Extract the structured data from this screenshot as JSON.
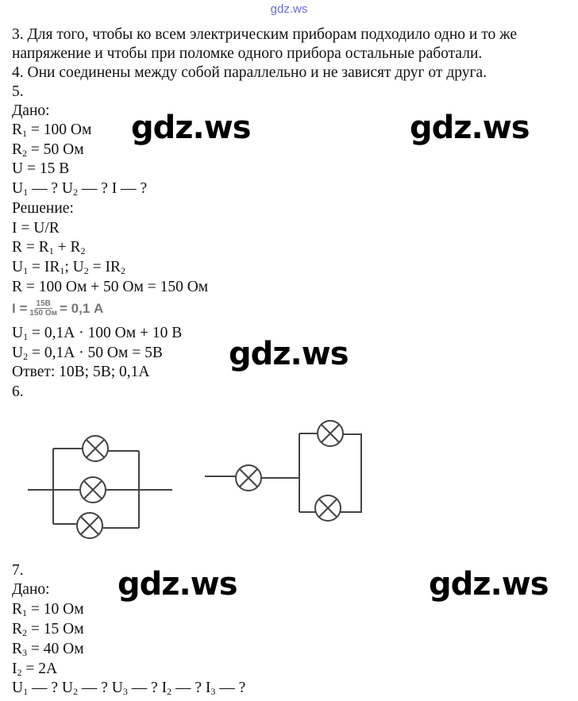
{
  "header": {
    "site": "gdz.ws"
  },
  "watermark": "gdz.ws",
  "lines": [
    [
      {
        "t": "3. Для того, чтобы ко всем электрическим приборам подходило одно и то же"
      }
    ],
    [
      {
        "t": "напряжение и чтобы при поломке одного прибора остальные работали."
      }
    ],
    [
      {
        "t": "4. Они соединены между собой параллельно и не зависят друг от друга."
      }
    ],
    [
      {
        "t": "5."
      }
    ],
    [
      {
        "t": "Дано:"
      }
    ],
    [
      {
        "t": "R"
      },
      {
        "s": "1"
      },
      {
        "t": " = 100 Ом"
      }
    ],
    [
      {
        "t": "R"
      },
      {
        "s": "2"
      },
      {
        "t": " = 50 Ом"
      }
    ],
    [
      {
        "t": "U = 15 В"
      }
    ],
    [
      {
        "t": "U"
      },
      {
        "s": "1"
      },
      {
        "t": " — ?  U"
      },
      {
        "s": "2"
      },
      {
        "t": " — ?  I — ?"
      }
    ],
    [
      {
        "t": "Решение:"
      }
    ],
    [
      {
        "t": "I = U/R"
      }
    ],
    [
      {
        "t": "R = R"
      },
      {
        "s": "1"
      },
      {
        "t": " + R"
      },
      {
        "s": "2"
      }
    ],
    [
      {
        "t": "U"
      },
      {
        "s": "1"
      },
      {
        "t": " = IR"
      },
      {
        "s": "1"
      },
      {
        "t": "; U"
      },
      {
        "s": "2"
      },
      {
        "t": " = IR"
      },
      {
        "s": "2"
      }
    ],
    [
      {
        "t": "R = 100 Ом + 50 Ом = 150 Ом"
      }
    ],
    [],
    [
      {
        "t": "U"
      },
      {
        "s": "1"
      },
      {
        "t": " = 0,1А · 100 Ом + 10 В"
      }
    ],
    [
      {
        "t": "U"
      },
      {
        "s": "2"
      },
      {
        "t": " = 0,1А · 50 Ом = 5В"
      }
    ],
    [
      {
        "t": "Ответ: 10В; 5В; 0,1А"
      }
    ],
    [
      {
        "t": "6."
      }
    ],
    [
      {
        "t": "7."
      }
    ],
    [
      {
        "t": "Дано:"
      }
    ],
    [
      {
        "t": "R"
      },
      {
        "s": "1"
      },
      {
        "t": " = 10 Ом"
      }
    ],
    [
      {
        "t": "R"
      },
      {
        "s": "2"
      },
      {
        "t": " = 15 Ом"
      }
    ],
    [
      {
        "t": "R"
      },
      {
        "s": "3"
      },
      {
        "t": " = 40 Ом"
      }
    ],
    [
      {
        "t": "I"
      },
      {
        "s": "2"
      },
      {
        "t": " = 2A"
      }
    ],
    [
      {
        "t": "U"
      },
      {
        "s": "1"
      },
      {
        "t": " — ? U"
      },
      {
        "s": "2"
      },
      {
        "t": " — ? U"
      },
      {
        "s": "3"
      },
      {
        "t": " — ? I"
      },
      {
        "s": "2"
      },
      {
        "t": " — ? I"
      },
      {
        "s": "3"
      },
      {
        "t": " — ?"
      }
    ]
  ],
  "formula": {
    "lhs": "I =",
    "num": "15В",
    "den": "150 Ом",
    "rhs": "= 0,1 А"
  }
}
